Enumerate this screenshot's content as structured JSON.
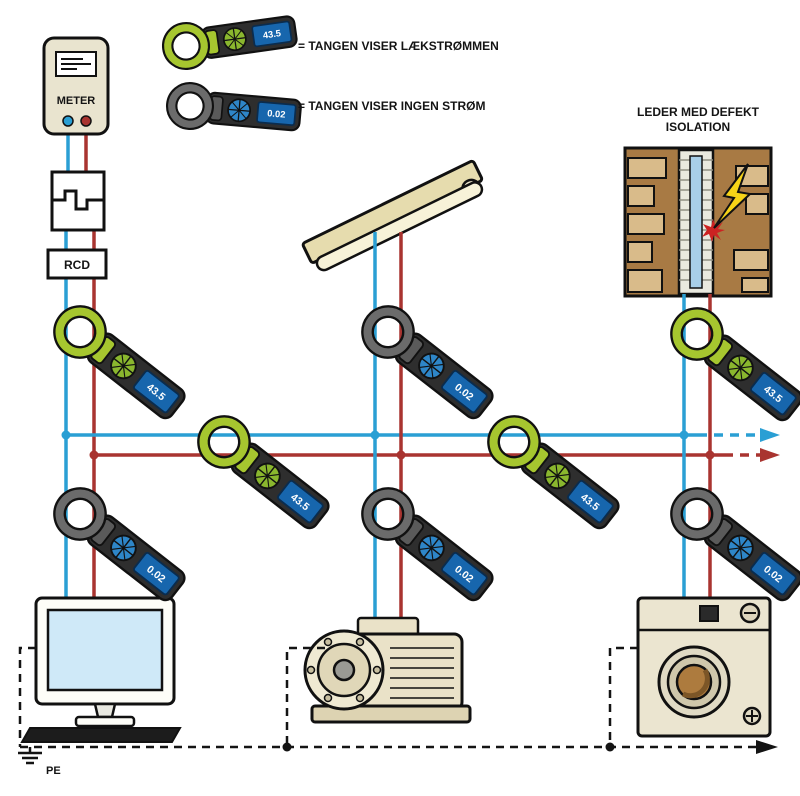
{
  "meter": {
    "label": "METER"
  },
  "rcd": {
    "label": "RCD"
  },
  "pe": {
    "label": "PE"
  },
  "legend": {
    "leak": {
      "reading": "43.5",
      "label": "= TANGEN VISER LÆKSTRØMMEN"
    },
    "none": {
      "reading": "0.02",
      "label": "= TANGEN VISER INGEN STRØM"
    }
  },
  "defect_box": {
    "title_line1": "LEDER MED DEFEKT",
    "title_line2": "ISOLATION"
  },
  "clamps": [
    {
      "id": "service-drop-upper",
      "type": "leak",
      "reading": "43.5"
    },
    {
      "id": "service-drop-lower",
      "type": "none",
      "reading": "0.02"
    },
    {
      "id": "main-left",
      "type": "leak",
      "reading": "43.5"
    },
    {
      "id": "lamp-branch",
      "type": "none",
      "reading": "0.02"
    },
    {
      "id": "motor-branch",
      "type": "none",
      "reading": "0.02"
    },
    {
      "id": "main-right",
      "type": "leak",
      "reading": "43.5"
    },
    {
      "id": "defect-branch",
      "type": "leak",
      "reading": "43.5"
    },
    {
      "id": "washer-branch",
      "type": "none",
      "reading": "0.02"
    }
  ],
  "colors": {
    "blue": "#2a9fd4",
    "red": "#a93430",
    "leak": "#a6c62f",
    "none": "#6b6b6b",
    "display": "#1766ad",
    "dial_leak": "#8ab72e",
    "dial_none": "#2e86c8"
  }
}
